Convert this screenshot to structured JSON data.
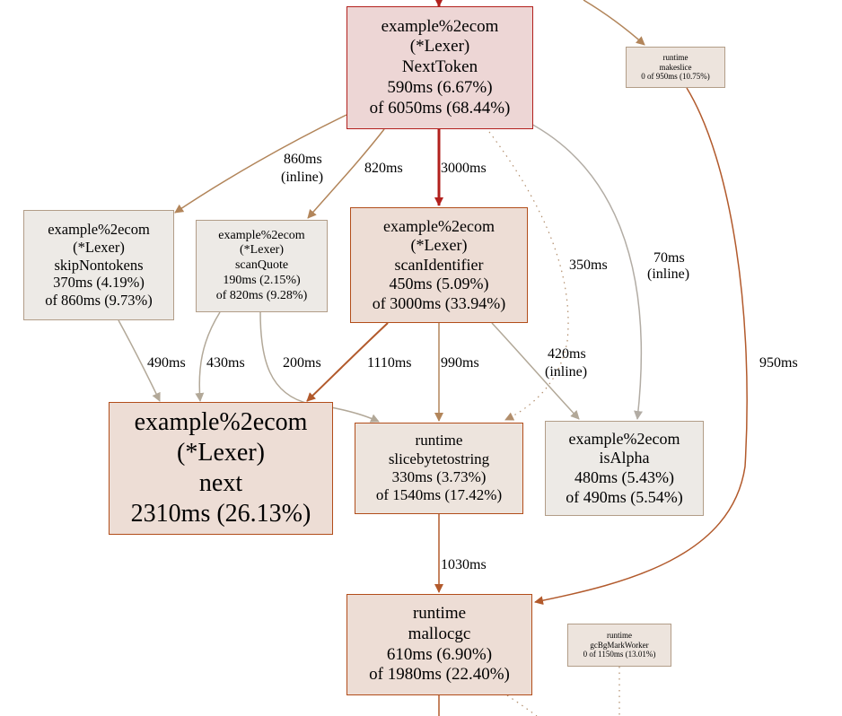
{
  "nodes": {
    "next_token": {
      "pkg": "example%2ecom",
      "recv": "(*Lexer)",
      "func": "NextToken",
      "flat": "590ms (6.67%)",
      "cum": "of 6050ms (68.44%)"
    },
    "makeslice": {
      "pkg": "runtime",
      "func": "makeslice",
      "cum": "0 of 950ms (10.75%)"
    },
    "skip_nontokens": {
      "pkg": "example%2ecom",
      "recv": "(*Lexer)",
      "func": "skipNontokens",
      "flat": "370ms (4.19%)",
      "cum": "of 860ms (9.73%)"
    },
    "scan_quote": {
      "pkg": "example%2ecom",
      "recv": "(*Lexer)",
      "func": "scanQuote",
      "flat": "190ms (2.15%)",
      "cum": "of 820ms (9.28%)"
    },
    "scan_identifier": {
      "pkg": "example%2ecom",
      "recv": "(*Lexer)",
      "func": "scanIdentifier",
      "flat": "450ms (5.09%)",
      "cum": "of 3000ms (33.94%)"
    },
    "next": {
      "pkg": "example%2ecom",
      "recv": "(*Lexer)",
      "func": "next",
      "flat": "2310ms (26.13%)"
    },
    "slicebytetostring": {
      "pkg": "runtime",
      "func": "slicebytetostring",
      "flat": "330ms (3.73%)",
      "cum": "of 1540ms (17.42%)"
    },
    "is_alpha": {
      "pkg": "example%2ecom",
      "func": "isAlpha",
      "flat": "480ms (5.43%)",
      "cum": "of 490ms (5.54%)"
    },
    "mallocgc": {
      "pkg": "runtime",
      "func": "mallocgc",
      "flat": "610ms (6.90%)",
      "cum": "of 1980ms (22.40%)"
    },
    "gc_bg_mark_worker": {
      "pkg": "runtime",
      "func": "gcBgMarkWorker",
      "cum": "0 of 1150ms (13.01%)"
    }
  },
  "edges": {
    "e_skip": {
      "weight": "860ms",
      "note": "(inline)"
    },
    "e_quote": {
      "weight": "820ms"
    },
    "e_ident": {
      "weight": "3000ms"
    },
    "e_slice_dotted": {
      "weight": "350ms"
    },
    "e_alpha": {
      "weight": "70ms",
      "note": "(inline)"
    },
    "e_malloc_long": {
      "weight": "950ms"
    },
    "e_skip_next": {
      "weight": "490ms"
    },
    "e_quote_next": {
      "weight": "430ms"
    },
    "e_quote_slice": {
      "weight": "200ms"
    },
    "e_ident_next": {
      "weight": "1110ms"
    },
    "e_ident_slice": {
      "weight": "990ms"
    },
    "e_ident_alpha": {
      "weight": "420ms",
      "note": "(inline)"
    },
    "e_slice_malloc": {
      "weight": "1030ms"
    }
  },
  "colors": {
    "hot_fill": "#edd6d5",
    "hot_border": "#b2201d",
    "hot_edge": "#b2201d",
    "warm_fill": "#edddd5",
    "warm_border": "#b24d1a",
    "warm_edge": "#b25a2c",
    "mid_fill": "#ede4dd",
    "mid_border": "#b2855a",
    "mid_edge": "#b2855a",
    "cool_fill": "#edeae6",
    "cool_border": "#b29d88",
    "cool_edge": "#b2a898",
    "pale_edge": "#b2aca4",
    "dotted_edge": "#b28e6c"
  }
}
